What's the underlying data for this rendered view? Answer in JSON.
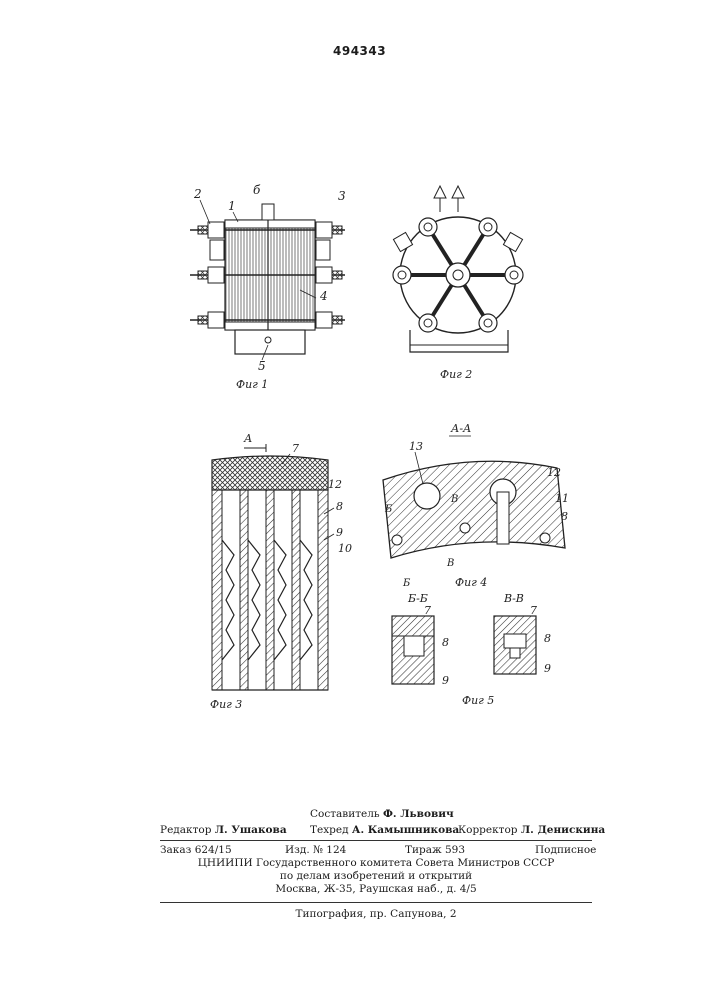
{
  "patent_number": "494343",
  "figures": {
    "fig1": {
      "caption": "Фиг 1",
      "labels": [
        "2",
        "1",
        "б",
        "3",
        "4",
        "5"
      ]
    },
    "fig2": {
      "caption": "Фиг 2"
    },
    "fig3": {
      "caption": "Фиг 3",
      "section_mark": "А",
      "labels": [
        "7",
        "12",
        "8",
        "9",
        "10"
      ]
    },
    "fig4": {
      "caption": "Фиг 4",
      "section_title": "А-А",
      "labels": [
        "13",
        "12",
        "11",
        "8",
        "Б",
        "В",
        "В",
        "Б"
      ]
    },
    "fig5": {
      "caption": "Фиг 5",
      "section_bb": "Б-Б",
      "section_vv": "В-В",
      "labels_left": [
        "7",
        "8",
        "9"
      ],
      "labels_right": [
        "7",
        "8",
        "9"
      ]
    }
  },
  "imprint": {
    "composer_label": "Составитель",
    "composer": "Ф. Львович",
    "editor_label": "Редактор",
    "editor": "Л. Ушакова",
    "techred_label": "Техред",
    "techred": "А. Камышникова",
    "corrector_label": "Корректор",
    "corrector": "Л. Денискина",
    "order": "Заказ 624/15",
    "edition": "Изд. № 124",
    "circulation": "Тираж 593",
    "subscription": "Подписное",
    "org_line1": "ЦНИИПИ Государственного комитета Совета Министров СССР",
    "org_line2": "по делам изобретений и открытий",
    "org_line3": "Москва, Ж-35, Раушская наб., д. 4/5",
    "printer": "Типография, пр. Сапунова, 2"
  }
}
